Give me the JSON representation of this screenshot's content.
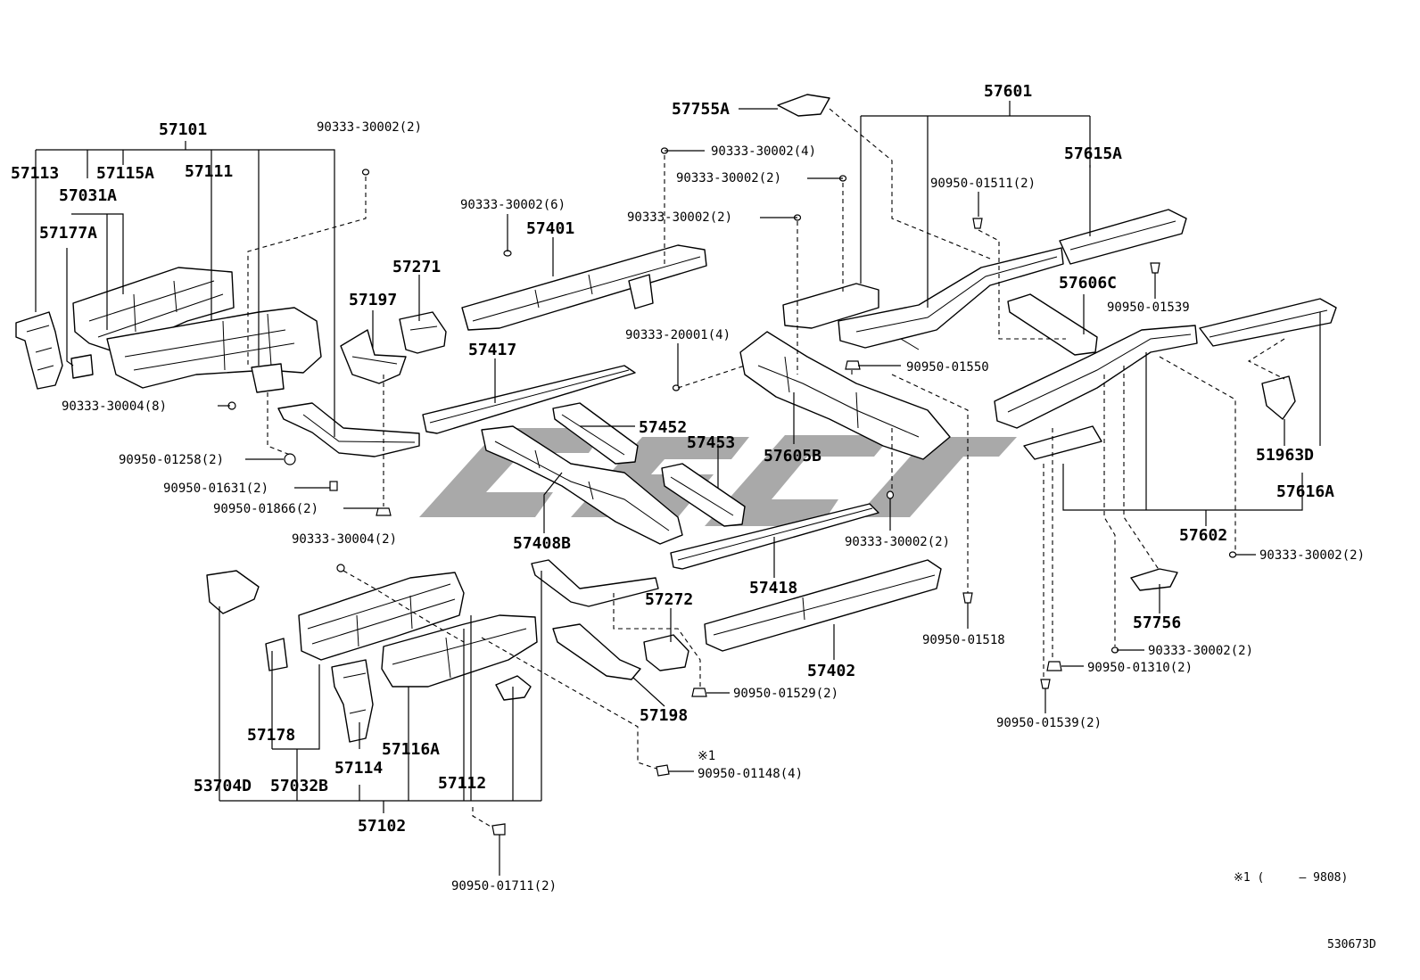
{
  "diagram_id": "530673D",
  "footnote": "※1 (     – 9808)",
  "footnote_marker": "※1",
  "watermark_text": "",
  "part_numbers": {
    "p57101": "57101",
    "p57113": "57113",
    "p57115A": "57115A",
    "p57111": "57111",
    "p57031A": "57031A",
    "p57177A": "57177A",
    "p57197": "57197",
    "p57271": "57271",
    "p57401": "57401",
    "p57417": "57417",
    "p57755A": "57755A",
    "p57601": "57601",
    "p57615A": "57615A",
    "p57606C": "57606C",
    "p57605B": "57605B",
    "p57452": "57452",
    "p57453": "57453",
    "p57408B": "57408B",
    "p51963D": "51963D",
    "p57616A": "57616A",
    "p57602": "57602",
    "p57418": "57418",
    "p57272": "57272",
    "p57402": "57402",
    "p57756": "57756",
    "p57198": "57198",
    "p57178": "57178",
    "p57114": "57114",
    "p57116A": "57116A",
    "p57112": "57112",
    "p53704D": "53704D",
    "p57032B": "57032B",
    "p57102": "57102"
  },
  "fasteners": {
    "f_a": "90333-30002(2)",
    "f_b": "90333-30004(8)",
    "f_c": "90950-01258(2)",
    "f_d": "90950-01631(2)",
    "f_e": "90950-01866(2)",
    "f_f": "90333-30002(6)",
    "f_g": "90333-30002(4)",
    "f_h": "90333-30002(2)",
    "f_i": "90333-30002(2)",
    "f_j": "90950-01511(2)",
    "f_k": "90950-01539",
    "f_l": "90333-20001(4)",
    "f_m": "90950-01550",
    "f_n": "90333-30002(2)",
    "f_o": "90333-30002(2)",
    "f_p": "90333-30004(2)",
    "f_q": "90950-01518",
    "f_r": "90333-30002(2)",
    "f_s": "90950-01310(2)",
    "f_t": "90950-01539(2)",
    "f_u": "90950-01529(2)",
    "f_v": "90950-01148(4)",
    "f_w": "90950-01711(2)"
  }
}
